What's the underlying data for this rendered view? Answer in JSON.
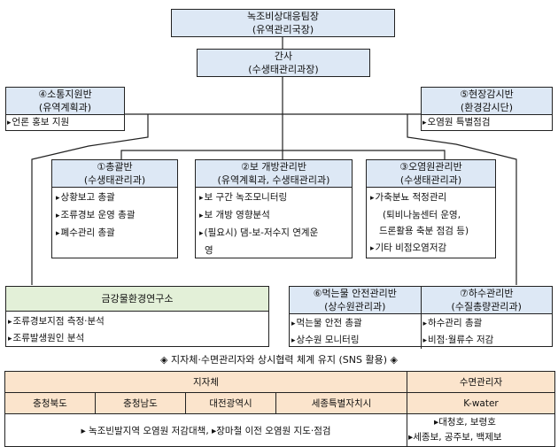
{
  "top": {
    "title": "녹조비상대응팀장",
    "subtitle": "(유역관리국장)"
  },
  "secretary": {
    "title": "간사",
    "subtitle": "(수생태관리과장)"
  },
  "team4": {
    "title": "④소통지원반",
    "subtitle": "(유역계획과)",
    "items": [
      "언론 홍보 지원"
    ]
  },
  "team5": {
    "title": "⑤현장감시반",
    "subtitle": "(환경감시단)",
    "items": [
      "오염원 특별점검"
    ]
  },
  "team1": {
    "title": "①총괄반",
    "subtitle": "(수생태관리과)",
    "items": [
      "상황보고 총괄",
      "조류경보 운영 총괄",
      "폐수관리 총괄"
    ]
  },
  "team2": {
    "title": "②보 개방관리반",
    "subtitle": "(유역계획과, 수생태관리과)",
    "items": [
      "보 구간 녹조모니터링",
      "보 개방 영향분석",
      "(필요시) 댐-보-저수지 연계운"
    ],
    "continuation": "영"
  },
  "team3": {
    "title": "③오염원관리반",
    "subtitle": "(수생태관리과)",
    "item1": "가축분뇨 적정관리",
    "item1_sub1": "(퇴비나눔센터 운영,",
    "item1_sub2": "드론활용 축분 점검 등)",
    "item2": "기타 비점오염저감"
  },
  "lab": {
    "title": "금강물환경연구소",
    "items": [
      "조류경보지점 측정·분석",
      "조류발생원인 분석"
    ]
  },
  "team6": {
    "title": "⑥먹는물 안전관리반",
    "subtitle": "(상수원관리과)",
    "items": [
      "먹는물 안전 총괄",
      "상수원 모니터링"
    ]
  },
  "team7": {
    "title": "⑦하수관리반",
    "subtitle": "(수질총량관리과)",
    "items": [
      "하수관리 총괄",
      "비점·월류수 저감"
    ]
  },
  "banner": "◈ 지자체·수면관리자와 상시협력 체계 유지 (SNS 활용) ◈",
  "cooperation": {
    "local_gov_header": "지자체",
    "water_manager_header": "수면관리자",
    "local_govs": [
      "충청북도",
      "충청남도",
      "대전광역시",
      "세종특별자치시"
    ],
    "water_manager": "K-water",
    "local_task": "▸ 녹조빈발지역 오염원 저감대책, ▸장마철 이전 오염원 지도·점검",
    "water_task1": "▸대청호, 보령호",
    "water_task2": "▸세종보, 공주보, 백제보"
  },
  "colors": {
    "header_blue": "#dde8f5",
    "header_green": "#e3f0d8",
    "header_orange": "#fbe4cc"
  }
}
